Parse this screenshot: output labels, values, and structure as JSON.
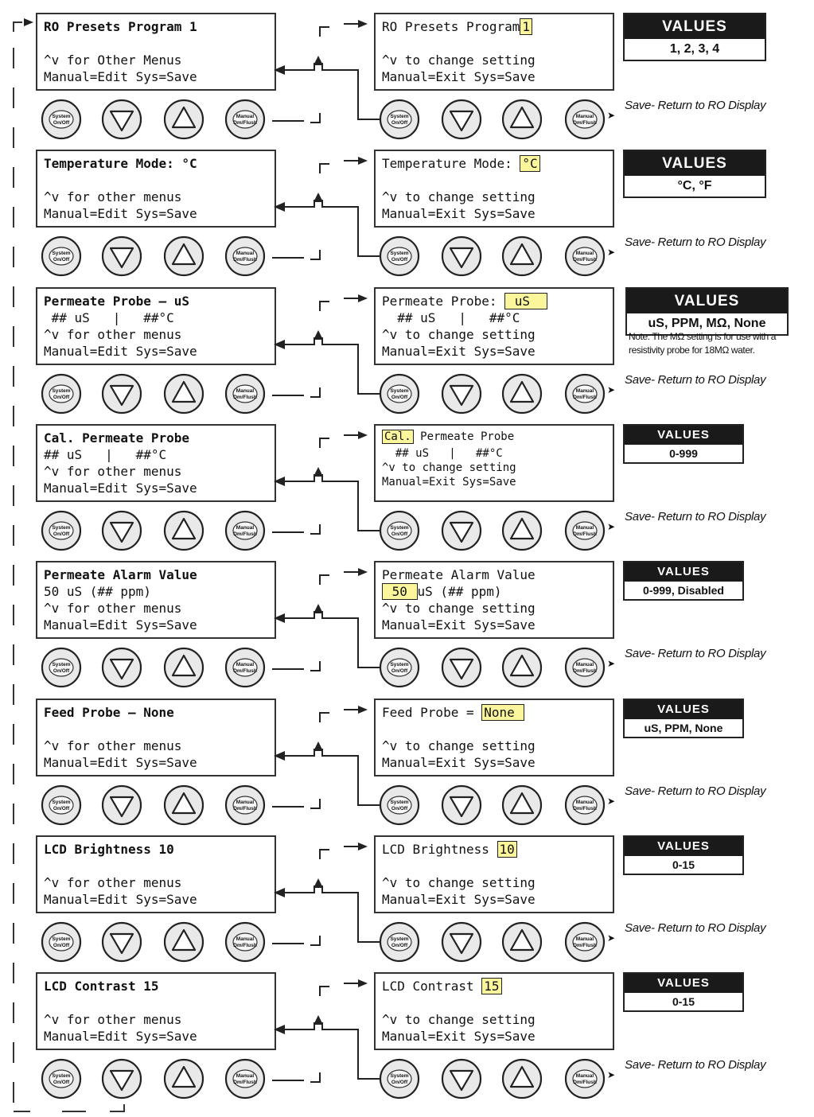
{
  "buttons": {
    "system_line1": "System",
    "system_line2": "On/Off",
    "manual_line1": "Manual",
    "manual_line2": "Dm/Flush"
  },
  "save_text": "Save- Return to RO Display",
  "values_header": "VALUES",
  "rows": [
    {
      "left": [
        "RO Presets Program 1",
        "",
        "^v for Other Menus",
        "Manual=Edit Sys=Save"
      ],
      "right": {
        "line1_pre": "RO Presets Program",
        "line1_hl": "1",
        "line1_post": "",
        "lines": [
          "",
          "^v to change setting",
          "Manual=Exit Sys=Save"
        ]
      },
      "values": "1, 2, 3, 4",
      "note": ""
    },
    {
      "left": [
        "Temperature Mode: °C",
        "",
        "^v for other menus",
        "Manual=Edit Sys=Save"
      ],
      "right": {
        "line1_pre": "Temperature Mode: ",
        "line1_hl": "°C",
        "line1_post": "",
        "lines": [
          "",
          "^v to change setting",
          "Manual=Exit Sys=Save"
        ]
      },
      "values": "°C, °F",
      "note": ""
    },
    {
      "left": [
        "Permeate Probe – uS",
        " ## uS   |   ##°C",
        "^v for other menus",
        "Manual=Edit Sys=Save"
      ],
      "right": {
        "line1_pre": "Permeate Probe: ",
        "line1_hl": " uS  ",
        "line1_post": "",
        "lines": [
          "  ## uS   |   ##°C",
          "^v to change setting",
          "Manual=Exit Sys=Save"
        ]
      },
      "values": "uS, PPM, MΩ, None",
      "note": "Note: The MΩ setting is for use with a resistivity probe for 18MΩ water."
    },
    {
      "left": [
        "Cal. Permeate Probe",
        "## uS   |   ##°C",
        "^v for other menus",
        "Manual=Edit Sys=Save"
      ],
      "right": {
        "line1_pre": "",
        "line1_hl": "Cal.",
        "line1_post": " Permeate Probe",
        "lines": [
          "  ## uS   |   ##°C",
          "^v to change setting",
          "Manual=Exit Sys=Save"
        ]
      },
      "values": "0-999",
      "note": ""
    },
    {
      "left": [
        "Permeate Alarm Value",
        "50 uS (## ppm)",
        "^v for other menus",
        "Manual=Edit Sys=Save"
      ],
      "right": {
        "line1_pre": "Permeate Alarm Value",
        "line1_hl": "",
        "line1_post": "",
        "line2_hl": " 50 ",
        "line2_post": "uS (## ppm)",
        "lines": [
          "^v to change setting",
          "Manual=Exit Sys=Save"
        ]
      },
      "values": "0-999, Disabled",
      "note": ""
    },
    {
      "left": [
        "Feed Probe – None",
        "",
        "^v for other menus",
        "Manual=Edit Sys=Save"
      ],
      "right": {
        "line1_pre": "Feed Probe = ",
        "line1_hl": "None ",
        "line1_post": "",
        "lines": [
          "",
          "^v to change setting",
          "Manual=Exit Sys=Save"
        ]
      },
      "values": "uS, PPM, None",
      "note": ""
    },
    {
      "left": [
        "LCD Brightness 10",
        "",
        "^v for other menus",
        "Manual=Edit Sys=Save"
      ],
      "right": {
        "line1_pre": "LCD Brightness ",
        "line1_hl": "10",
        "line1_post": "",
        "lines": [
          "",
          "^v to change setting",
          "Manual=Exit Sys=Save"
        ]
      },
      "values": "0-15",
      "note": ""
    },
    {
      "left": [
        "LCD Contrast 15",
        "",
        "^v for other menus",
        "Manual=Edit Sys=Save"
      ],
      "right": {
        "line1_pre": "LCD Contrast ",
        "line1_hl": "15",
        "line1_post": "",
        "lines": [
          "",
          "^v to change setting",
          "Manual=Exit Sys=Save"
        ]
      },
      "values": "0-15",
      "note": ""
    }
  ]
}
